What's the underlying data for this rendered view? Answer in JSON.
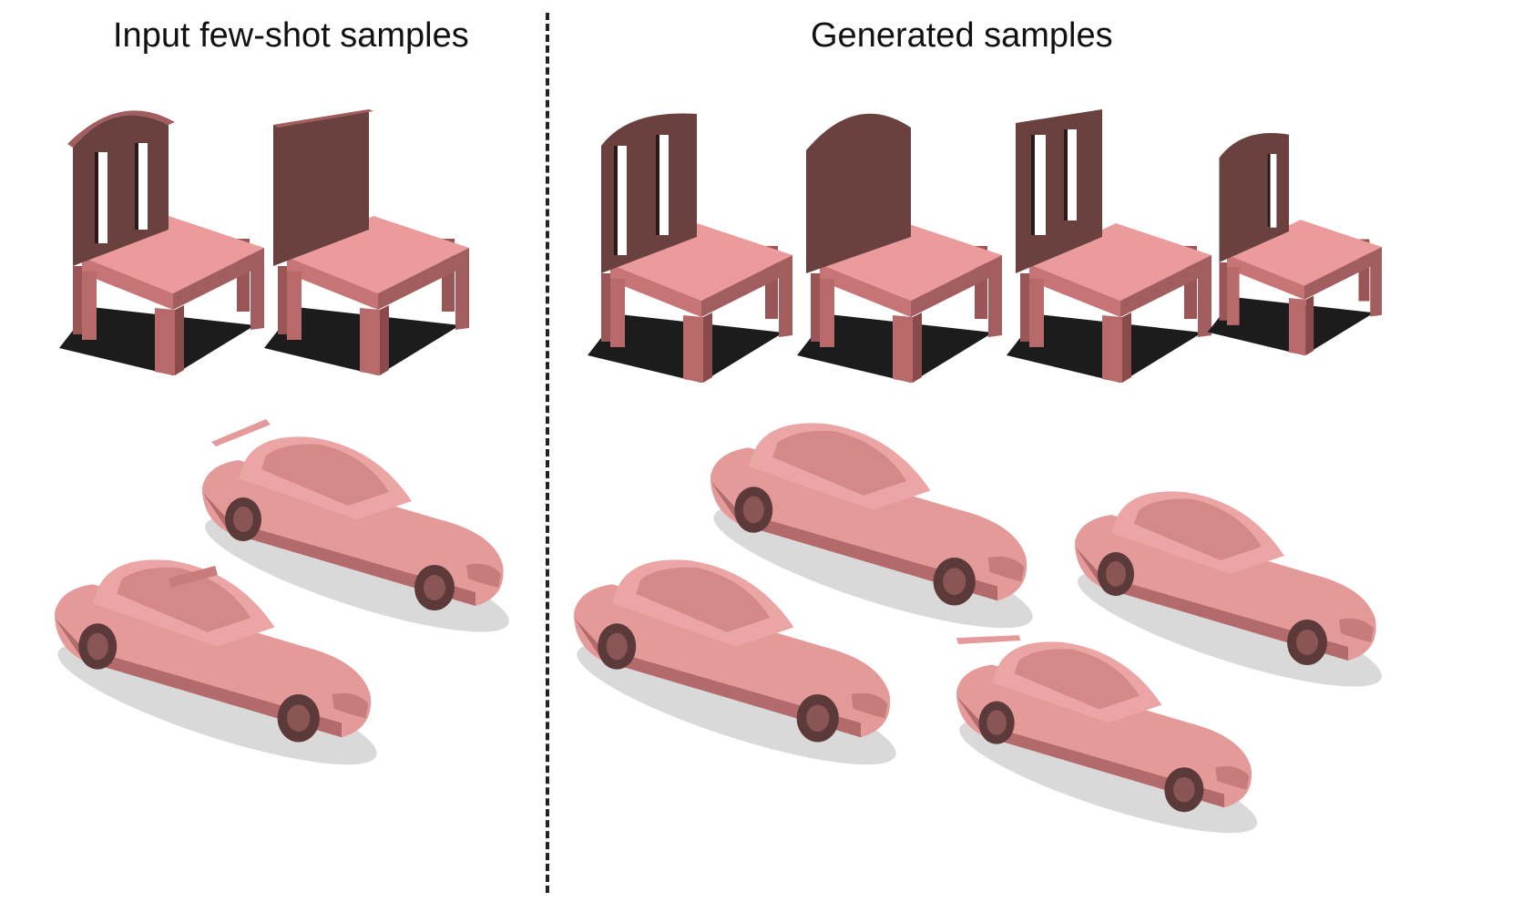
{
  "headings": {
    "input": "Input few-shot samples",
    "generated": "Generated samples"
  },
  "palette": {
    "seat_top": "#eb9b9b",
    "seat_front": "#c67475",
    "seat_side": "#a25d5e",
    "back": "#6b4140",
    "leg": "#9a5556",
    "shadow": "#1c1c1c",
    "car_body": "#e59a9a",
    "car_dark": "#b36a6b",
    "wheel": "#5d3a3a"
  },
  "groups": {
    "input_chairs": [
      "chair-arched-slatted",
      "chair-square-solid"
    ],
    "input_cars": [
      "car-spoiler",
      "car-roof-light"
    ],
    "generated_chairs": [
      "chair-arched-slatted",
      "chair-arched-solid",
      "chair-square-slatted",
      "chair-small-arched"
    ],
    "generated_cars": [
      "car-sedan",
      "car-coupe",
      "car-sedan",
      "car-spoiler"
    ]
  }
}
